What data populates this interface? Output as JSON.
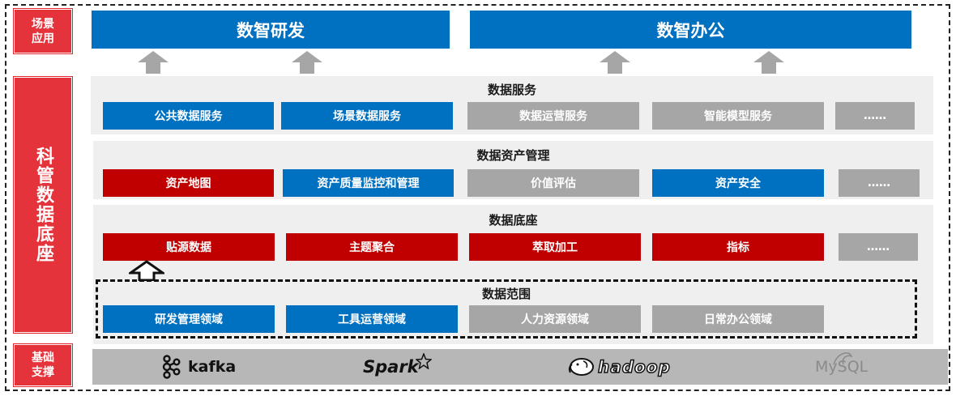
{
  "side_labels": {
    "scene": [
      "场景",
      "应用"
    ],
    "platform": "科管数据底座",
    "support": [
      "基础",
      "支撑"
    ]
  },
  "top_bars": [
    "数智研发",
    "数智办公"
  ],
  "sections": {
    "data_service": {
      "title": "数据服务",
      "items": [
        "公共数据服务",
        "场景数据服务",
        "数据运营服务",
        "智能模型服务",
        "……"
      ]
    },
    "asset_management": {
      "title": "数据资产管理",
      "items": [
        "资产地图",
        "资产质量监控和管理",
        "价值评估",
        "资产安全",
        "……"
      ]
    },
    "data_base": {
      "title": "数据底座",
      "items": [
        "贴源数据",
        "主题聚合",
        "萃取加工",
        "指标",
        "……"
      ]
    },
    "data_scope": {
      "title": "数据范围",
      "items": [
        "研发管理领域",
        "工具运营领域",
        "人力资源领域",
        "日常办公领域"
      ]
    }
  },
  "support_logos": [
    "kafka",
    "Spark",
    "hadoop",
    "MySQL"
  ],
  "colors": {
    "blue": "#0070c0",
    "red": "#c00000",
    "gray": "#a6a6a6",
    "side_red": "#e5333b"
  }
}
